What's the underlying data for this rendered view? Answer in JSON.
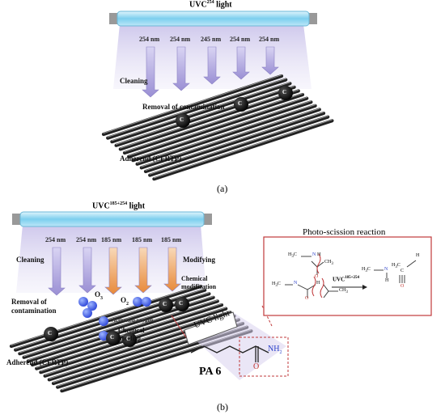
{
  "panel_a": {
    "lamp_label": "UVC",
    "lamp_sup": "254",
    "lamp_suffix": " light",
    "wavelengths": [
      "254 nm",
      "254 nm",
      "245 nm",
      "254 nm",
      "254 nm"
    ],
    "cleaning": "Cleaning",
    "removal": "Removal of contamination",
    "particle": "C",
    "adherend": "Adherend (CFRTP)",
    "caption": "(a)"
  },
  "panel_b": {
    "lamp_label": "UVC",
    "lamp_sup": "185+254",
    "lamp_suffix": " light",
    "wavelengths": [
      "254 nm",
      "254 nm",
      "185 nm",
      "185 nm",
      "185 nm"
    ],
    "cleaning": "Cleaning",
    "modifying": "Modifying",
    "removal": "Removal of\ncontamination",
    "o3": "O",
    "o3_sub": "3",
    "o2": "O",
    "o2_sub": "2",
    "activated": "Activated oxygen",
    "chemical": "Chemical\nmodification",
    "bonding": "Chemical\nbonding",
    "particle": "C",
    "adherend": "Adherend (CFRTP)",
    "uvc_light_box": "UVC light",
    "pa6": "PA 6",
    "nh2": "NH",
    "nh2_sub": "2",
    "o_atom": "O",
    "caption": "(b)"
  },
  "inset": {
    "title": "Photo-scission  reaction",
    "arrow_label": "UVC",
    "arrow_sup": "185+254",
    "ch3": "CH",
    "three": "3",
    "h3c": "H",
    "h3c_tail": "C",
    "n": "N",
    "h": "H",
    "o": "O",
    "c": "C"
  },
  "colors": {
    "lamp": "#a9dff4",
    "arrow_purple": "#a59bd8",
    "arrow_orange": "#eb9a52",
    "red_text": "#c0312b",
    "inset_border": "#c0393b"
  }
}
